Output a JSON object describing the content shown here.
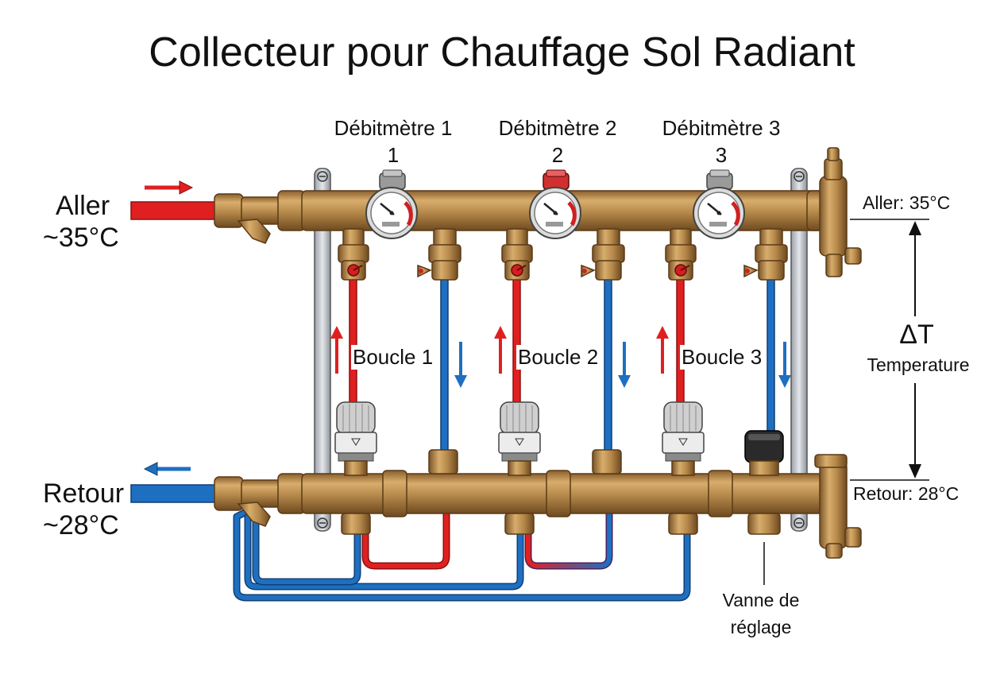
{
  "title": "Collecteur pour Chauffage Sol Radiant",
  "supply": {
    "label": "Aller",
    "temp": "~35°C",
    "color": "#e02020"
  },
  "return": {
    "label": "Retour",
    "temp": "~28°C",
    "color": "#1f6fc0"
  },
  "flowmeters": [
    {
      "name": "Débitmètre 1",
      "number": "1"
    },
    {
      "name": "Débitmètre 2",
      "number": "2"
    },
    {
      "name": "Débitmètre 3",
      "number": "3"
    }
  ],
  "loops": [
    "Boucle 1",
    "Boucle 2",
    "Boucle 3"
  ],
  "right_scale": {
    "top": "Aller: 35°C",
    "delta": "ΔT",
    "delta_label": "Temperature",
    "bottom": "Retour: 28°C"
  },
  "valve_label": {
    "line1": "Vanne de",
    "line2": "réglage"
  },
  "colors": {
    "brass": "#b5884a",
    "brass_dark": "#7a5428",
    "hot": "#e02020",
    "cold": "#1f6fc0",
    "bracket": "#c8ccd2"
  }
}
